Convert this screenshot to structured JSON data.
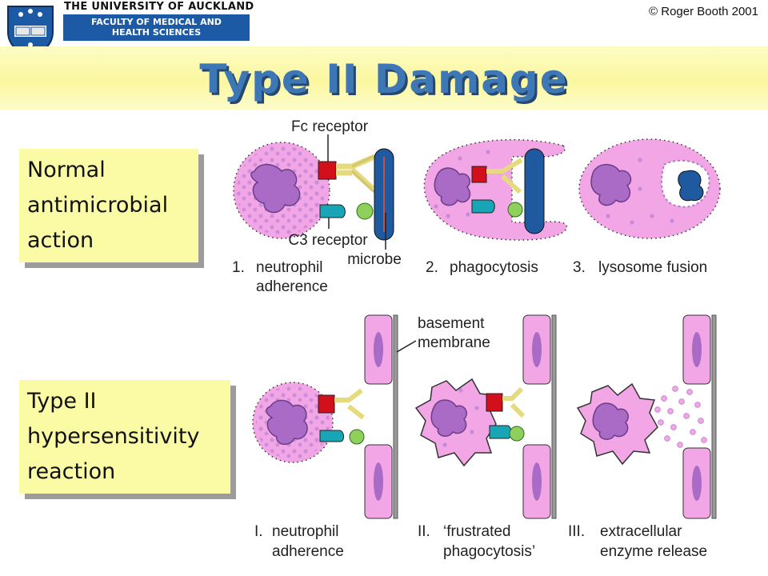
{
  "header": {
    "university": "THE UNIVERSITY OF AUCKLAND",
    "faculty_line1": "FACULTY OF MEDICAL AND",
    "faculty_line2": "HEALTH SCIENCES",
    "copyright": "© Roger Booth 2001"
  },
  "title": "Type II Damage",
  "labels": {
    "normal": [
      "Normal",
      "antimicrobial",
      "action"
    ],
    "type2": [
      "Type II",
      "hypersensitivity",
      "reaction"
    ]
  },
  "diagram": {
    "fc_receptor": "Fc receptor",
    "c3_receptor": "C3 receptor",
    "microbe": "microbe",
    "basement1": "basement",
    "basement2": "membrane",
    "top_steps": [
      {
        "num": "1.",
        "line1": "neutrophil",
        "line2": "adherence"
      },
      {
        "num": "2.",
        "line1": "phagocytosis",
        "line2": ""
      },
      {
        "num": "3.",
        "line1": "lysosome fusion",
        "line2": ""
      }
    ],
    "bottom_steps": [
      {
        "num": "I.",
        "line1": "neutrophil",
        "line2": "adherence"
      },
      {
        "num": "II.",
        "line1": "‘frustrated",
        "line2": "phagocytosis’"
      },
      {
        "num": "III.",
        "line1": "extracellular",
        "line2": "enzyme release"
      }
    ]
  },
  "colors": {
    "cell": "#f2a6e6",
    "nucleus": "#a96bc6",
    "fc_receptor": "#d40f1c",
    "antibody": "#ece08a",
    "c3_receptor": "#18a5b5",
    "complement": "#8ed05a",
    "microbe": "#1f5aa0",
    "title": "#3d77b5",
    "label_box": "#fbfba6"
  }
}
